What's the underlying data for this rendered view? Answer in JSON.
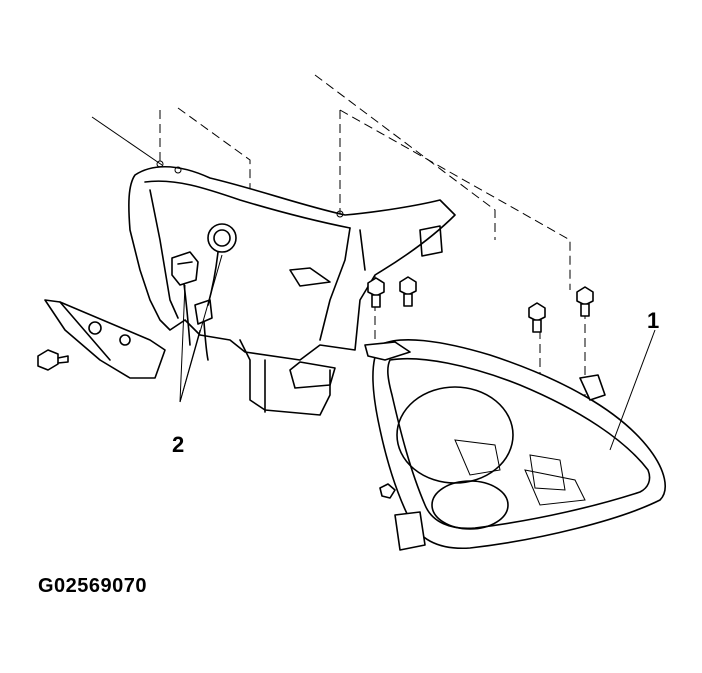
{
  "callouts": {
    "headlamp": "1",
    "bulb_sockets": "2"
  },
  "figure_code": "G02569070",
  "colors": {
    "line": "#000000",
    "background": "#ffffff"
  }
}
